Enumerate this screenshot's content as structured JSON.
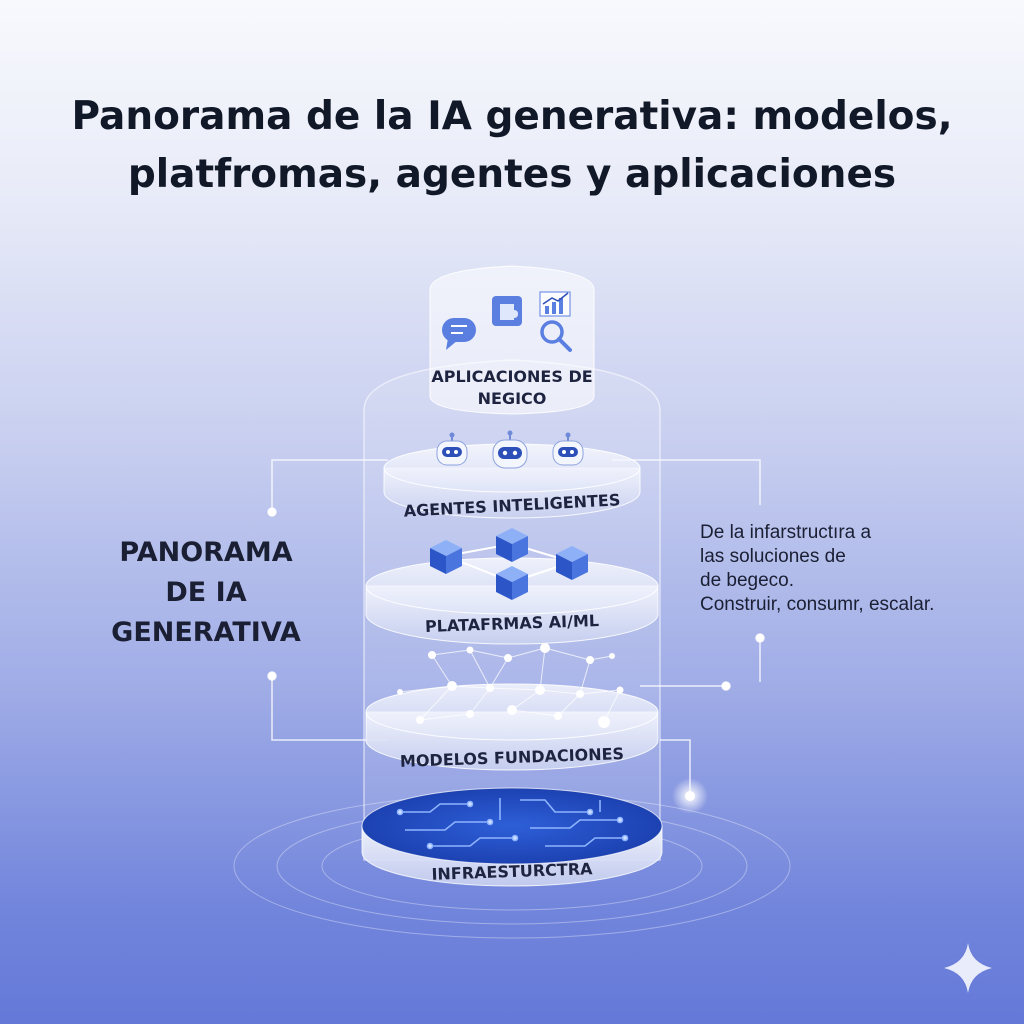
{
  "title": {
    "line1": "Panorama de la IA generativa: modelos,",
    "line2": "platfromas, agentes y aplicaciones"
  },
  "side_title": {
    "line1": "PANORAMA",
    "line2": "DE IA",
    "line3": "GENERATIVA"
  },
  "side_text": {
    "line1": "De la infarstructıra a",
    "line2": "las soluciones de",
    "line3": "de begeco.",
    "line4": "Construir, consumr, escalar."
  },
  "layers": [
    {
      "label_line1": "APLICACIONES DE",
      "label_line2": "NEGICO",
      "icons": [
        "chat-bubble-icon",
        "puzzle-icon",
        "bar-chart-icon",
        "magnifier-icon"
      ]
    },
    {
      "label": "AGENTES INTELIGENTES",
      "icons": [
        "robot-icon",
        "robot-icon",
        "robot-icon"
      ]
    },
    {
      "label": "PLATAFRMAS AI/ML",
      "icons": [
        "cube-icon",
        "cube-icon",
        "cube-icon",
        "cube-icon"
      ]
    },
    {
      "label": "MODELOS FUNDACIONES",
      "icons": [
        "neural-network-icon"
      ]
    },
    {
      "label": "INFRAESTURCTRA",
      "icons": [
        "circuit-board-icon"
      ]
    }
  ],
  "colors": {
    "accent": "#3f63d6",
    "text": "#111827",
    "glass": "#eef1fb"
  }
}
